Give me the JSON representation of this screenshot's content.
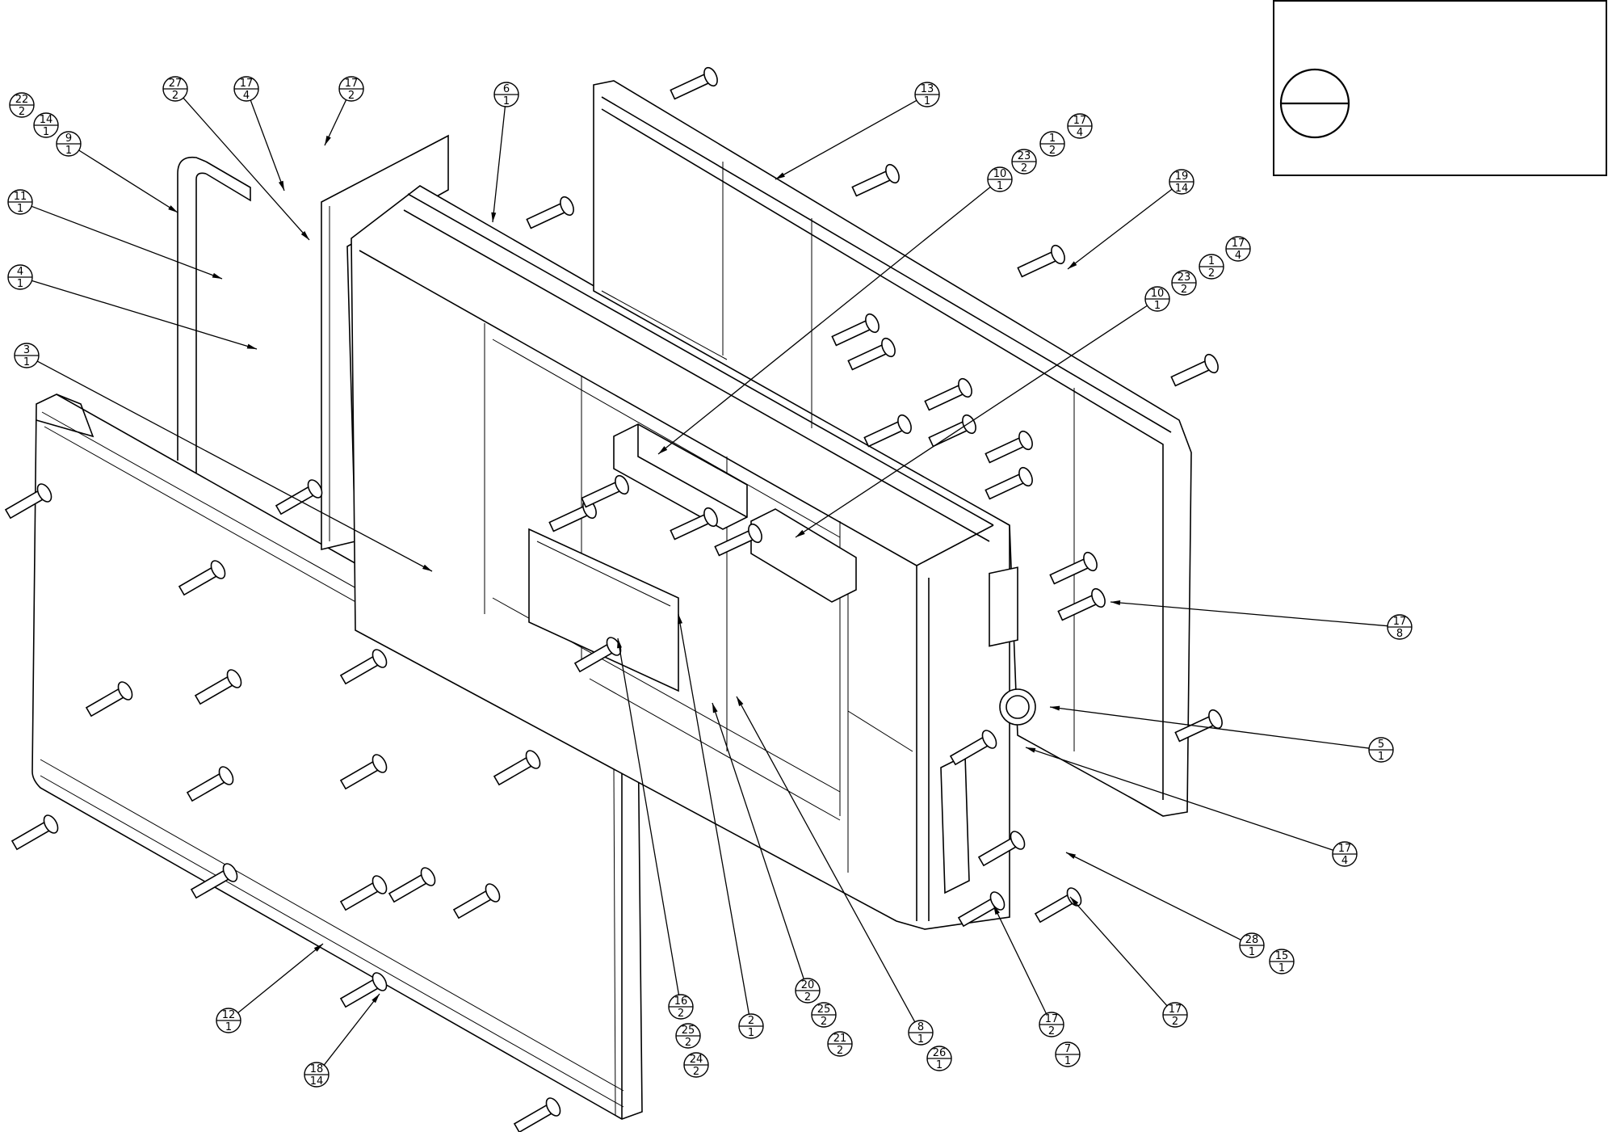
{
  "drawing": {
    "type": "exploded-assembly-drawing",
    "callouts": [
      {
        "id": "c27",
        "part": "27",
        "qty": "2"
      },
      {
        "id": "c17a",
        "part": "17",
        "qty": "4"
      },
      {
        "id": "c17b",
        "part": "17",
        "qty": "2"
      },
      {
        "id": "c22",
        "part": "22",
        "qty": "2"
      },
      {
        "id": "c14",
        "part": "14",
        "qty": "1"
      },
      {
        "id": "c9",
        "part": "9",
        "qty": "1"
      },
      {
        "id": "c11",
        "part": "11",
        "qty": "1"
      },
      {
        "id": "c4",
        "part": "4",
        "qty": "1"
      },
      {
        "id": "c3",
        "part": "3",
        "qty": "1"
      },
      {
        "id": "c6",
        "part": "6",
        "qty": "1"
      },
      {
        "id": "c13",
        "part": "13",
        "qty": "1"
      },
      {
        "id": "c17c",
        "part": "17",
        "qty": "4"
      },
      {
        "id": "c1a",
        "part": "1",
        "qty": "2"
      },
      {
        "id": "c23a",
        "part": "23",
        "qty": "2"
      },
      {
        "id": "c10a",
        "part": "10",
        "qty": "1"
      },
      {
        "id": "c19",
        "part": "19",
        "qty": "14"
      },
      {
        "id": "c17d",
        "part": "17",
        "qty": "4"
      },
      {
        "id": "c1b",
        "part": "1",
        "qty": "2"
      },
      {
        "id": "c23b",
        "part": "23",
        "qty": "2"
      },
      {
        "id": "c10b",
        "part": "10",
        "qty": "1"
      },
      {
        "id": "c17e",
        "part": "17",
        "qty": "8"
      },
      {
        "id": "c5",
        "part": "5",
        "qty": "1"
      },
      {
        "id": "c17f",
        "part": "17",
        "qty": "4"
      },
      {
        "id": "c28",
        "part": "28",
        "qty": "1"
      },
      {
        "id": "c15",
        "part": "15",
        "qty": "1"
      },
      {
        "id": "c17g",
        "part": "17",
        "qty": "2"
      },
      {
        "id": "c17h",
        "part": "17",
        "qty": "2"
      },
      {
        "id": "c7",
        "part": "7",
        "qty": "1"
      },
      {
        "id": "c8",
        "part": "8",
        "qty": "1"
      },
      {
        "id": "c26",
        "part": "26",
        "qty": "1"
      },
      {
        "id": "c20",
        "part": "20",
        "qty": "2"
      },
      {
        "id": "c25a",
        "part": "25",
        "qty": "2"
      },
      {
        "id": "c21",
        "part": "21",
        "qty": "2"
      },
      {
        "id": "c2",
        "part": "2",
        "qty": "1"
      },
      {
        "id": "c16",
        "part": "16",
        "qty": "2"
      },
      {
        "id": "c25b",
        "part": "25",
        "qty": "2"
      },
      {
        "id": "c24",
        "part": "24",
        "qty": "2"
      },
      {
        "id": "c12",
        "part": "12",
        "qty": "1"
      },
      {
        "id": "c18",
        "part": "18",
        "qty": "14"
      }
    ]
  }
}
